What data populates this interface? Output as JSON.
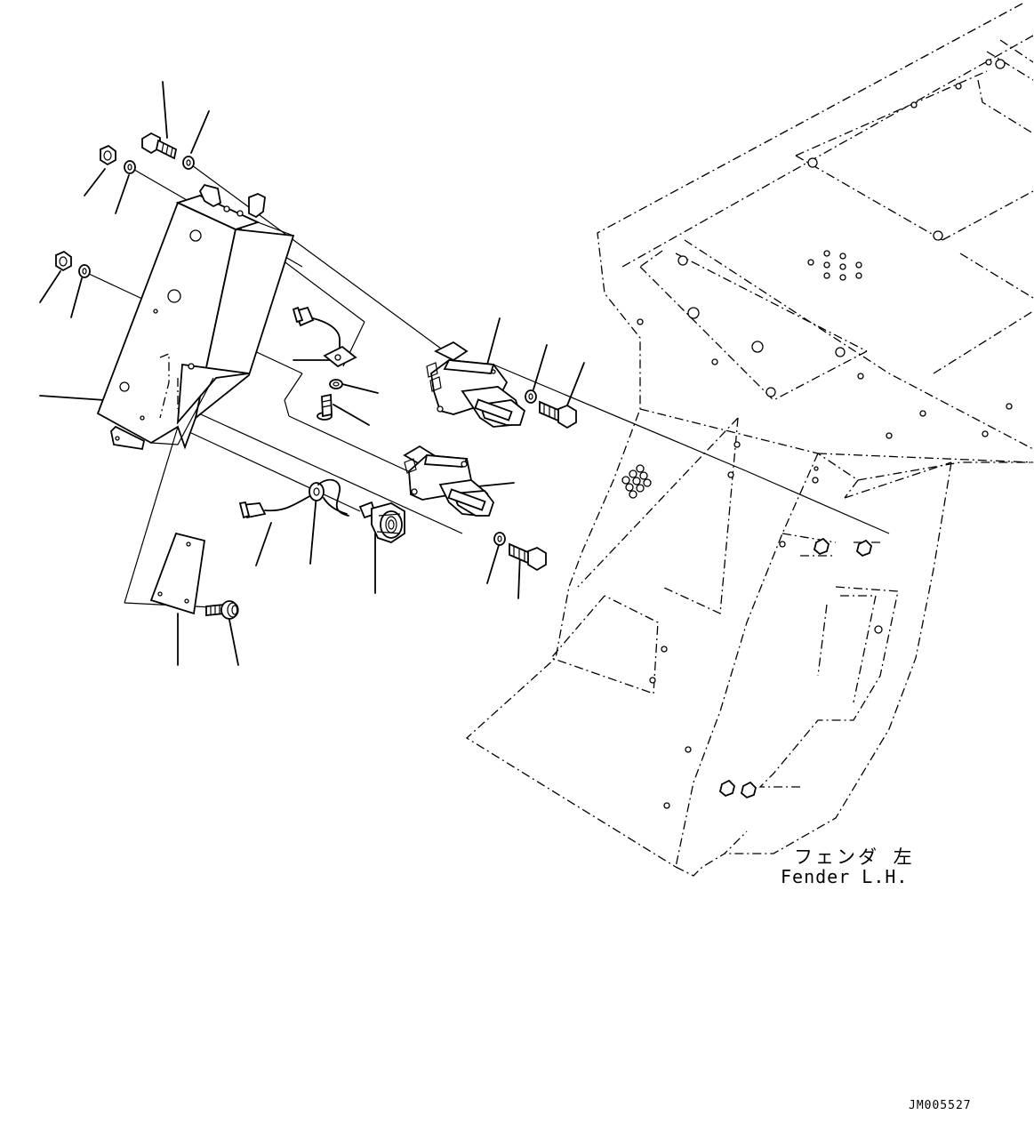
{
  "labels": {
    "fender_jp": "フェンダ 左",
    "fender_en": "Fender L.H.",
    "drawing_id": "JM005527"
  },
  "callouts": [
    {
      "name": "callout-top-bolt"
    },
    {
      "name": "callout-top-washer"
    },
    {
      "name": "callout-nut-1"
    },
    {
      "name": "callout-washer-1"
    },
    {
      "name": "callout-nut-2"
    },
    {
      "name": "callout-washer-2"
    },
    {
      "name": "callout-bracket-box"
    },
    {
      "name": "callout-wire-terminal"
    },
    {
      "name": "callout-small-washer"
    },
    {
      "name": "callout-small-bolt"
    },
    {
      "name": "callout-relay-1"
    },
    {
      "name": "callout-relay-1-washer"
    },
    {
      "name": "callout-relay-1-bolt"
    },
    {
      "name": "callout-relay-2"
    },
    {
      "name": "callout-relay-2-washer"
    },
    {
      "name": "callout-relay-2-bolt"
    },
    {
      "name": "callout-harness-connector"
    },
    {
      "name": "callout-harness-grommet"
    },
    {
      "name": "callout-switch"
    },
    {
      "name": "callout-cover-plate"
    },
    {
      "name": "callout-cover-bolt"
    }
  ]
}
